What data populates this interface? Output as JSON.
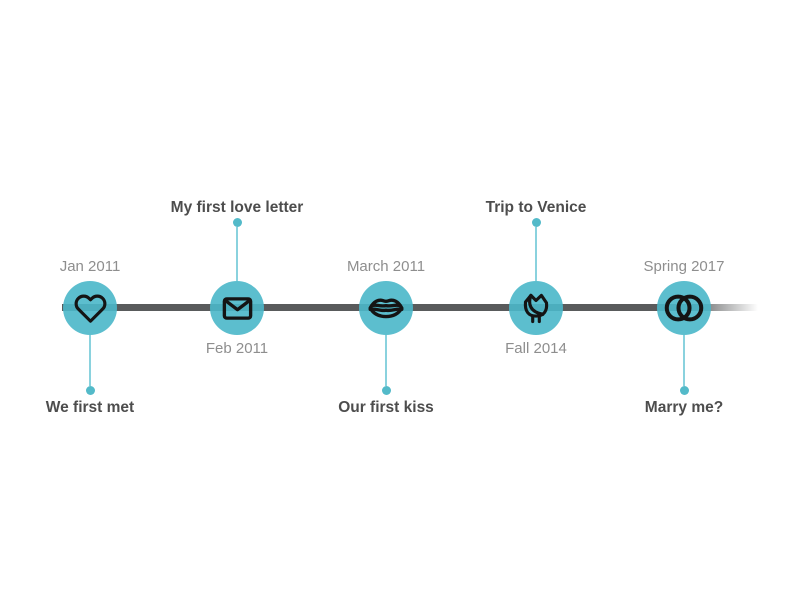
{
  "page": {
    "background_color": "#ffffff",
    "accent_color": "#57bccf",
    "line_color": "#595b5c",
    "connector_color": "#8ad2de",
    "date_text_color": "#8e8e8e",
    "label_text_color": "#4d4d4d",
    "icon_color": "#141414"
  },
  "timeline": {
    "events": [
      {
        "date": "Jan 2011",
        "label": "We first met",
        "icon": "heart-icon",
        "date_position": "above",
        "label_position": "below"
      },
      {
        "date": "Feb 2011",
        "label": "My first love letter",
        "icon": "envelope-icon",
        "date_position": "below",
        "label_position": "above"
      },
      {
        "date": "March 2011",
        "label": "Our first kiss",
        "icon": "lips-icon",
        "date_position": "above",
        "label_position": "below"
      },
      {
        "date": "Fall 2014",
        "label": "Trip to Venice",
        "icon": "rose-icon",
        "date_position": "below",
        "label_position": "above"
      },
      {
        "date": "Spring 2017",
        "label": "Marry me?",
        "icon": "rings-icon",
        "date_position": "above",
        "label_position": "below"
      }
    ]
  }
}
